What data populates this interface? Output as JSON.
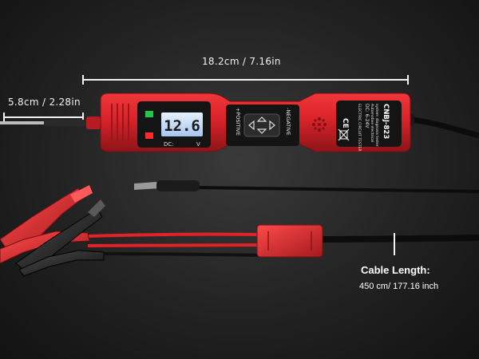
{
  "dimensions": {
    "length_label": "18.2cm / 7.16in",
    "probe_label": "5.8cm / 2.28in"
  },
  "cable": {
    "title": "Cable Length:",
    "value": "450 cm/ 177.16 inch"
  },
  "device": {
    "display_value": "12.6",
    "display_dc": "DC:",
    "display_unit": "V",
    "positive_label": "+POSITIVE",
    "negative_label": "-NEGATIVE",
    "model": "CNBJ-823",
    "voltage": "DC: 6-24V",
    "spec_line1": "ELECTRIC CIRCUIT TESTER",
    "spec_line2": "Automotive electrical",
    "spec_line3": "system diagnosis tester",
    "cert_marks": "CE",
    "colors": {
      "body": "#d9232a",
      "body_dark": "#8e1418",
      "panel": "#141414",
      "lcd": "#cfe3ff",
      "accent_green": "#1ec84a",
      "accent_red": "#ff2a2a"
    }
  }
}
